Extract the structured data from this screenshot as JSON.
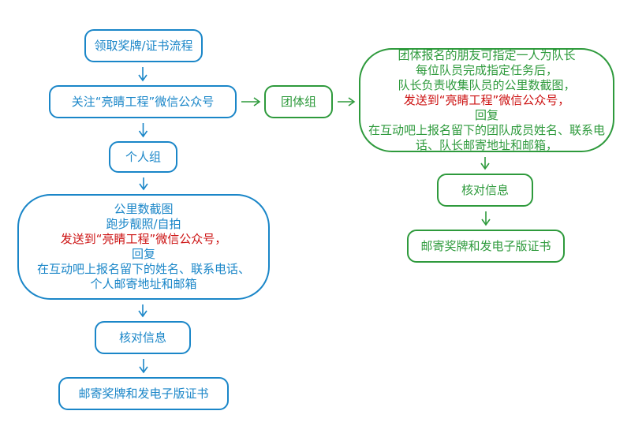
{
  "colors": {
    "blue": "#1a86c8",
    "green": "#2e9a3c",
    "highlight": "#cc1111",
    "background": "#ffffff"
  },
  "nodes": [
    {
      "id": "n-apply",
      "color": "blue",
      "lines": [
        {
          "text": "领取奖牌/证书流程"
        }
      ]
    },
    {
      "id": "n-follow",
      "color": "blue",
      "lines": [
        {
          "text": "关注“亮睛工程”微信公众号"
        }
      ]
    },
    {
      "id": "n-individual",
      "color": "blue",
      "lines": [
        {
          "text": "个人组"
        }
      ]
    },
    {
      "id": "n-individual-steps",
      "color": "blue",
      "lines": [
        {
          "text": "公里数截图"
        },
        {
          "text": "跑步靓照/自拍"
        },
        {
          "text": "发送到“亮睛工程”微信公众号，",
          "highlight": true
        },
        {
          "text": "回复"
        },
        {
          "text": "在互动吧上报名留下的姓名、联系电话、"
        },
        {
          "text": "个人邮寄地址和邮箱"
        }
      ]
    },
    {
      "id": "n-verify-left",
      "color": "blue",
      "lines": [
        {
          "text": "核对信息"
        }
      ]
    },
    {
      "id": "n-mail-left",
      "color": "blue",
      "lines": [
        {
          "text": "邮寄奖牌和发电子版证书"
        }
      ]
    },
    {
      "id": "n-team",
      "color": "green",
      "lines": [
        {
          "text": "团体组"
        }
      ]
    },
    {
      "id": "n-team-steps",
      "color": "green",
      "lines": [
        {
          "text": "团体报名的朋友可指定一人为队长"
        },
        {
          "text": "每位队员完成指定任务后，"
        },
        {
          "text": "队长负责收集队员的公里数截图，"
        },
        {
          "text": "发送到“亮睛工程”微信公众号，",
          "highlight": true
        },
        {
          "text": "回复"
        },
        {
          "text": "在互动吧上报名留下的团队成员姓名、联系电"
        },
        {
          "text": "话、队长邮寄地址和邮箱，"
        }
      ]
    },
    {
      "id": "n-verify-right",
      "color": "green",
      "lines": [
        {
          "text": "核对信息"
        }
      ]
    },
    {
      "id": "n-mail-right",
      "color": "green",
      "lines": [
        {
          "text": "邮寄奖牌和发电子版证书"
        }
      ]
    }
  ],
  "edges": [
    {
      "from": "n-apply",
      "to": "n-follow",
      "color": "blue"
    },
    {
      "from": "n-follow",
      "to": "n-individual",
      "color": "blue"
    },
    {
      "from": "n-individual",
      "to": "n-individual-steps",
      "color": "blue"
    },
    {
      "from": "n-individual-steps",
      "to": "n-verify-left",
      "color": "blue"
    },
    {
      "from": "n-verify-left",
      "to": "n-mail-left",
      "color": "blue"
    },
    {
      "from": "n-follow",
      "to": "n-team",
      "color": "green"
    },
    {
      "from": "n-team",
      "to": "n-team-steps",
      "color": "green"
    },
    {
      "from": "n-team-steps",
      "to": "n-verify-right",
      "color": "green"
    },
    {
      "from": "n-verify-right",
      "to": "n-mail-right",
      "color": "green"
    }
  ]
}
